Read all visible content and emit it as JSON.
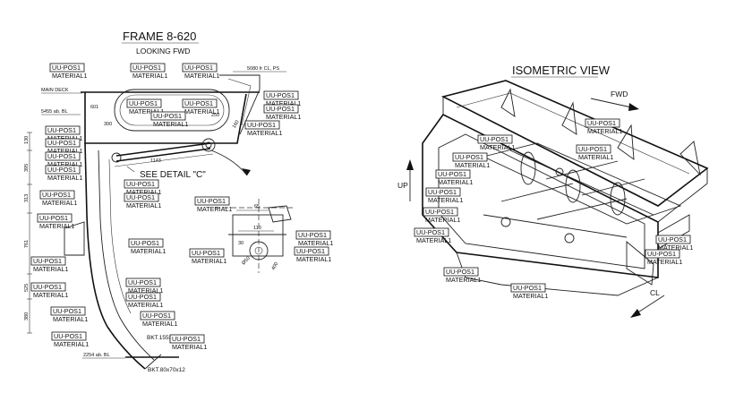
{
  "frame_view": {
    "title": "FRAME 8-620",
    "subtitle": "LOOKING FWD",
    "detail_callout": "SEE DETAIL \"C\"",
    "main_deck": "MAIN DECK",
    "dims": {
      "d5080": "5080 fr CL, PS",
      "d5455": "5455 ab. BL",
      "d2254": "2254 ab. BL",
      "d1143": "1143",
      "d601": "601",
      "d300": "300",
      "d250": "250",
      "d160": "160",
      "d130": "130",
      "d395": "395",
      "d313": "313",
      "d761": "761",
      "d525": "525",
      "d380": "380",
      "d65": "65",
      "d110": "110",
      "d50": "Ø50",
      "d30": "30",
      "d400": "400"
    },
    "brackets": [
      "BKT.155x125x12",
      "BKT.80x70x12"
    ]
  },
  "iso_view": {
    "title": "ISOMETRIC VIEW",
    "fwd": "FWD",
    "up": "UP",
    "cl": "CL"
  },
  "tags": {
    "line1": "UU-POS1",
    "line2": "MATERIAL1"
  }
}
